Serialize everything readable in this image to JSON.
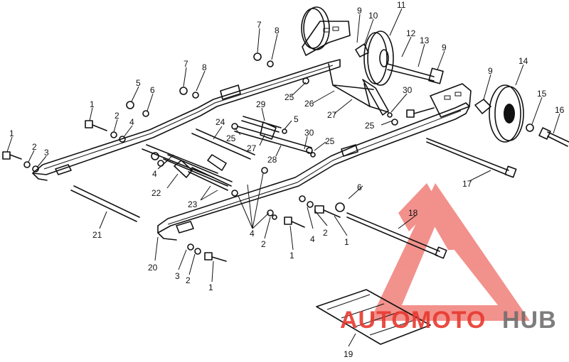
{
  "diagram": {
    "callouts": [
      {
        "id": "c1a",
        "text": "1"
      },
      {
        "id": "c2a",
        "text": "2"
      },
      {
        "id": "c3a",
        "text": "3"
      },
      {
        "id": "c1b",
        "text": "1"
      },
      {
        "id": "c2b",
        "text": "2"
      },
      {
        "id": "c4a",
        "text": "4"
      },
      {
        "id": "c5a",
        "text": "5"
      },
      {
        "id": "c6a",
        "text": "6"
      },
      {
        "id": "c7a",
        "text": "7"
      },
      {
        "id": "c8a",
        "text": "8"
      },
      {
        "id": "c7b",
        "text": "7"
      },
      {
        "id": "c8b",
        "text": "8"
      },
      {
        "id": "c9a",
        "text": "9"
      },
      {
        "id": "c10",
        "text": "10"
      },
      {
        "id": "c11",
        "text": "11"
      },
      {
        "id": "c12",
        "text": "12"
      },
      {
        "id": "c13",
        "text": "13"
      },
      {
        "id": "c9b",
        "text": "9"
      },
      {
        "id": "c9c",
        "text": "9"
      },
      {
        "id": "c14",
        "text": "14"
      },
      {
        "id": "c15",
        "text": "15"
      },
      {
        "id": "c16",
        "text": "16"
      },
      {
        "id": "c25a",
        "text": "25"
      },
      {
        "id": "c26",
        "text": "26"
      },
      {
        "id": "c27a",
        "text": "27"
      },
      {
        "id": "c30a",
        "text": "30"
      },
      {
        "id": "c25b",
        "text": "25"
      },
      {
        "id": "c29",
        "text": "29"
      },
      {
        "id": "c5b",
        "text": "5"
      },
      {
        "id": "c24",
        "text": "24"
      },
      {
        "id": "c25c",
        "text": "25"
      },
      {
        "id": "c30b",
        "text": "30"
      },
      {
        "id": "c27b",
        "text": "27"
      },
      {
        "id": "c28",
        "text": "28"
      },
      {
        "id": "c25d",
        "text": "25"
      },
      {
        "id": "c4b",
        "text": "4"
      },
      {
        "id": "c22",
        "text": "22"
      },
      {
        "id": "c23",
        "text": "23"
      },
      {
        "id": "c17",
        "text": "17"
      },
      {
        "id": "c6b",
        "text": "6"
      },
      {
        "id": "c4c",
        "text": "4"
      },
      {
        "id": "c2c",
        "text": "2"
      },
      {
        "id": "c1c",
        "text": "1"
      },
      {
        "id": "c18",
        "text": "18"
      },
      {
        "id": "c4d",
        "text": "4"
      },
      {
        "id": "c2d",
        "text": "2"
      },
      {
        "id": "c1d",
        "text": "1"
      },
      {
        "id": "c21",
        "text": "21"
      },
      {
        "id": "c20",
        "text": "20"
      },
      {
        "id": "c3b",
        "text": "3"
      },
      {
        "id": "c2e",
        "text": "2"
      },
      {
        "id": "c1e",
        "text": "1"
      },
      {
        "id": "c19",
        "text": "19"
      }
    ]
  },
  "watermark": {
    "brand_a": "AUTO",
    "brand_b": "MOTO",
    "brand_c": "HUB",
    "color_red": "#e8392f",
    "color_gray": "#6f6f6f"
  }
}
